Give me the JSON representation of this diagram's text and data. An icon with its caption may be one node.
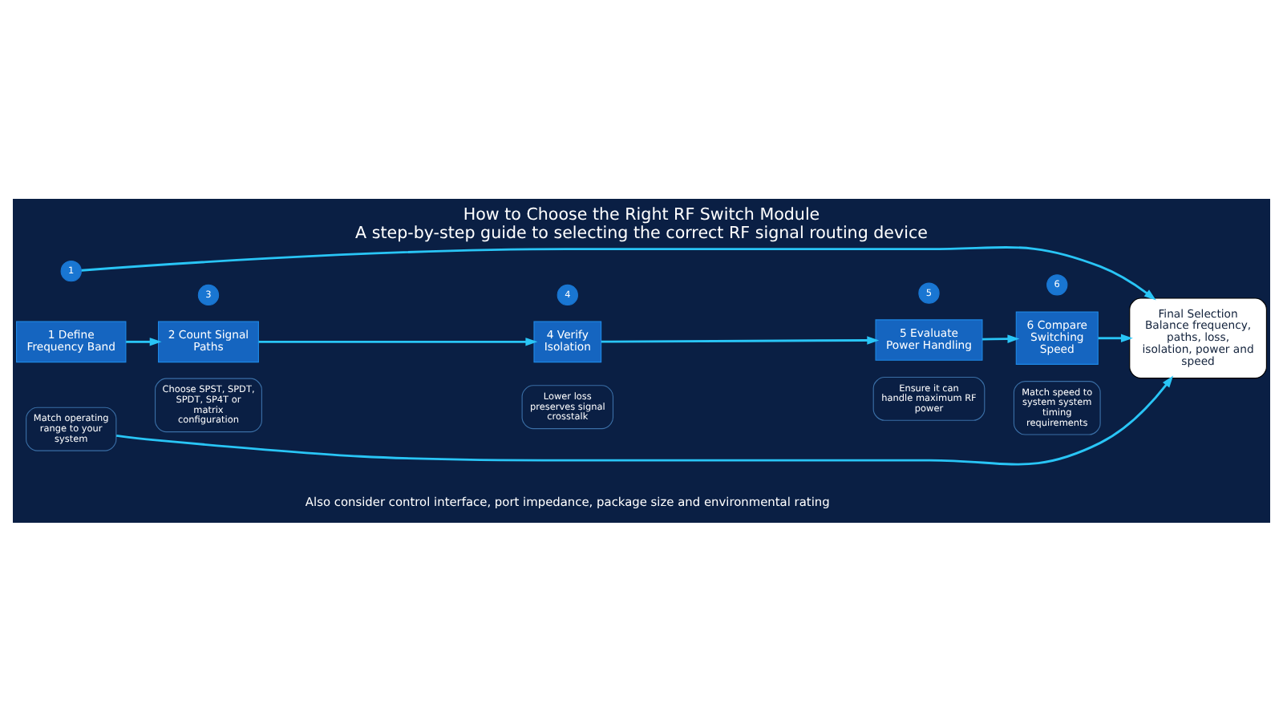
{
  "diagram": {
    "title": "How to Choose the Right RF Switch Module",
    "caption": "A step-by-step guide to selecting the correct RF signal routing device",
    "nodes": [
      {
        "text": [
          "1"
        ]
      },
      {
        "text": [
          "1 Define Frequency Band"
        ]
      },
      {
        "text": [
          "Match operating range to your system"
        ]
      },
      {
        "text": [
          "3"
        ]
      },
      {
        "text": [
          "2 Count Signal Paths"
        ]
      },
      {
        "text": [
          "Choose SPST, SPDT, SPDT, SP4T or matrix configuration"
        ]
      },
      {
        "text": [
          "4"
        ]
      },
      {
        "text": [
          "4 Verify Isolation"
        ]
      },
      {
        "text": [
          "Lower loss preserves signal crosstalk"
        ]
      },
      {
        "text": [
          "5"
        ]
      },
      {
        "text": [
          "5 Evaluate Power Handling"
        ]
      },
      {
        "text": [
          "Ensure it can handle maximum RF power"
        ]
      },
      {
        "text": [
          "6"
        ]
      },
      {
        "text": [
          "6 Compare Switching Speed"
        ]
      },
      {
        "text": [
          "Match speed to system system timing requirements"
        ]
      },
      {
        "text": [
          "Final Selection",
          "Balance frequency, paths, loss, isolation, power and speed"
        ]
      }
    ],
    "edges": [
      {
        "from": 1,
        "to": 4,
        "arrow": "to"
      },
      {
        "from": 4,
        "to": 7,
        "arrow": "to"
      },
      {
        "from": 7,
        "to": 10,
        "arrow": "to"
      },
      {
        "from": 10,
        "to": 13,
        "arrow": "to"
      },
      {
        "from": 13,
        "to": 15,
        "arrow": "to"
      },
      {
        "from": 0,
        "to": 15,
        "arrow": "to"
      },
      {
        "from": 2,
        "to": 15,
        "arrow": "to"
      }
    ],
    "labels": [
      "Also consider control interface, port impedance, package size and environmental rating"
    ]
  }
}
